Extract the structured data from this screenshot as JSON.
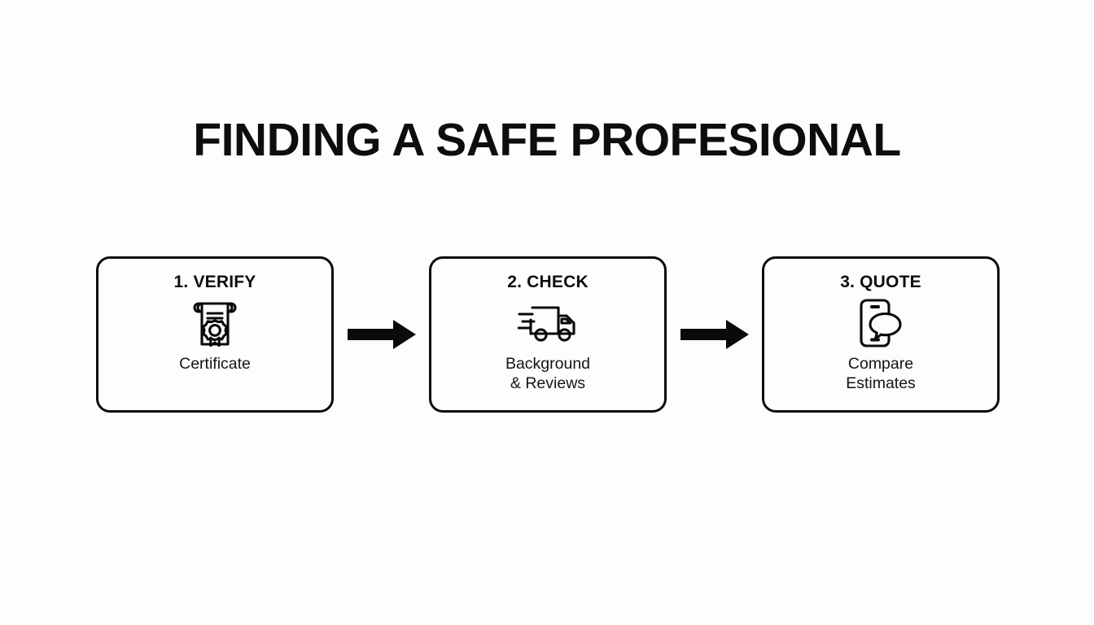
{
  "slide": {
    "background_color": "#fdfdfd",
    "ink_color": "#0a0a0a",
    "title": "FINDING A SAFE PROFESIONAL"
  },
  "flow": {
    "steps": [
      {
        "title": "1. VERIFY",
        "icon": "certificate-icon",
        "caption": "Certificate"
      },
      {
        "title": "2. CHECK",
        "icon": "delivery-truck-icon",
        "caption": "Background\n& Reviews"
      },
      {
        "title": "3. QUOTE",
        "icon": "phone-chat-icon",
        "caption": "Compare\nEstimates"
      }
    ],
    "connectors": [
      {
        "icon": "arrow-right-icon"
      },
      {
        "icon": "arrow-right-icon"
      }
    ]
  }
}
